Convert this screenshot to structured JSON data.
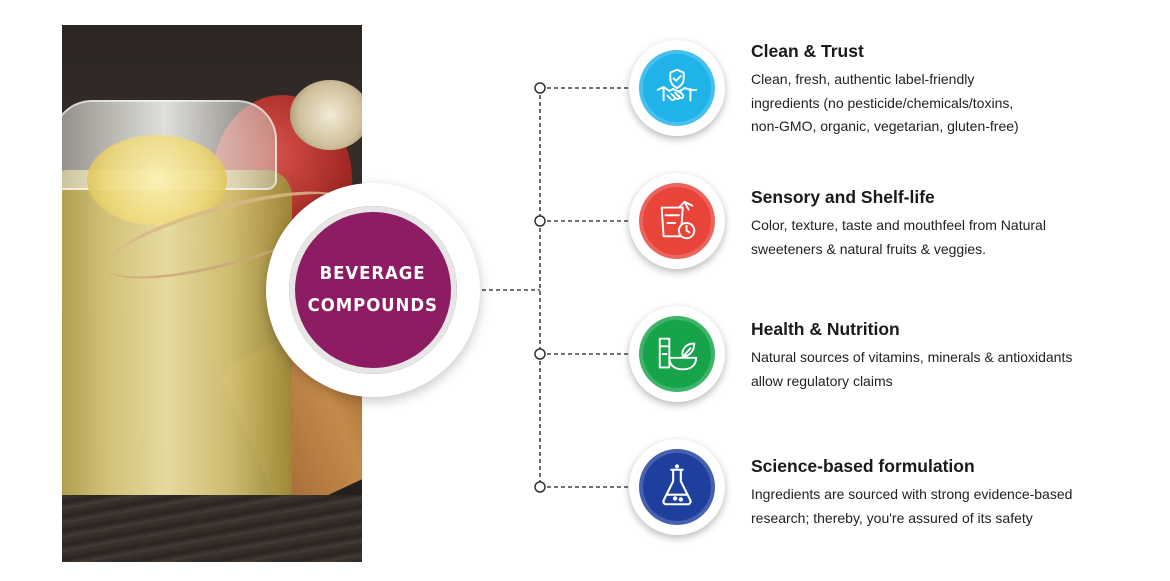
{
  "center": {
    "line1": "BEVERAGE",
    "line2": "COMPOUNDS",
    "color": "#8e1c62"
  },
  "items": [
    {
      "title": "Clean & Trust",
      "lines": [
        "Clean, fresh, authentic label-friendly",
        "ingredients (no pesticide/chemicals/toxins,",
        "non-GMO, organic, vegetarian, gluten-free)"
      ],
      "icon": "handshake-shield-icon",
      "color": "#1fb3ea"
    },
    {
      "title": "Sensory and Shelf-life",
      "lines": [
        "Color, texture, taste and mouthfeel from Natural",
        "sweeteners & natural fruits & veggies."
      ],
      "icon": "drink-clock-icon",
      "color": "#e8443a"
    },
    {
      "title": "Health & Nutrition",
      "lines": [
        "Natural sources of vitamins, minerals & antioxidants",
        "allow regulatory claims"
      ],
      "icon": "bowl-leaf-icon",
      "color": "#16a34a"
    },
    {
      "title": "Science-based formulation",
      "lines": [
        "Ingredients are sourced with strong evidence-based",
        "research; thereby, you're assured of its safety"
      ],
      "icon": "flask-icon",
      "color": "#1f3f9e"
    }
  ]
}
